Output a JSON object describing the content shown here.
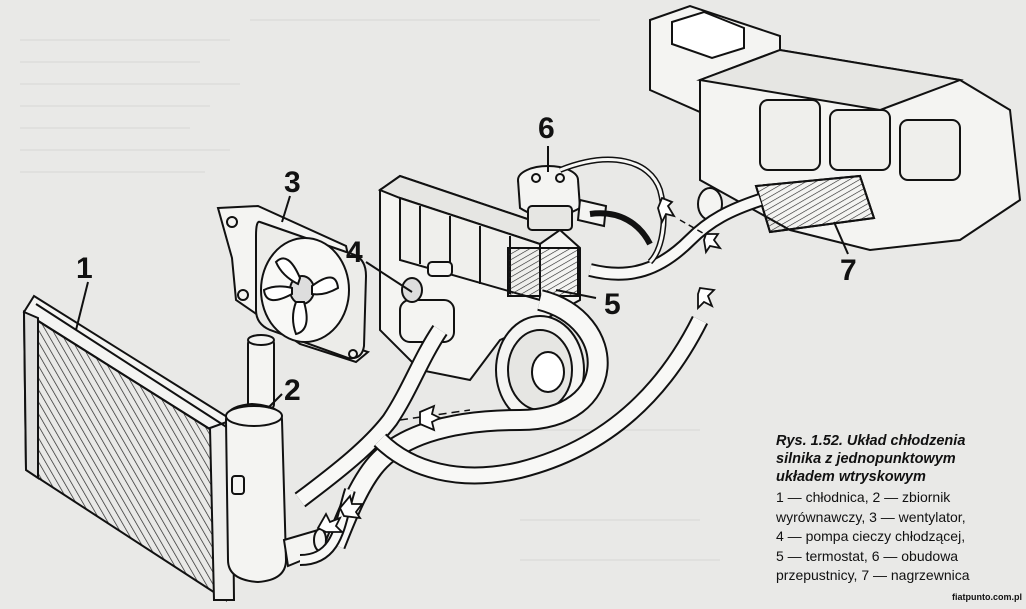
{
  "figure": {
    "caption_title": "Rys. 1.52. Układ chłodzenia\nsilnika z jednopunktowym\nukładem wtryskowym",
    "caption_legend": "1 — chłodnica, 2 — zbiornik\nwyrównawczy, 3 — wentylator,\n4 — pompa cieczy chłodzącej,\n5 — termostat, 6 — obudowa\nprzepustnicy, 7 — nagrzewnica",
    "source": "fiatpunto.com.pl"
  },
  "callouts": [
    {
      "num": "1",
      "name": "chłodnica"
    },
    {
      "num": "2",
      "name": "zbiornik wyrównawczy"
    },
    {
      "num": "3",
      "name": "wentylator"
    },
    {
      "num": "4",
      "name": "pompa cieczy chłodzącej"
    },
    {
      "num": "5",
      "name": "termostat"
    },
    {
      "num": "6",
      "name": "obudowa przepustnicy"
    },
    {
      "num": "7",
      "name": "nagrzewnica"
    }
  ],
  "colors": {
    "paper": "#e9e9e7",
    "ink": "#111111",
    "part_fill": "#f4f4f2",
    "hose_fill": "#f8f8f6"
  }
}
